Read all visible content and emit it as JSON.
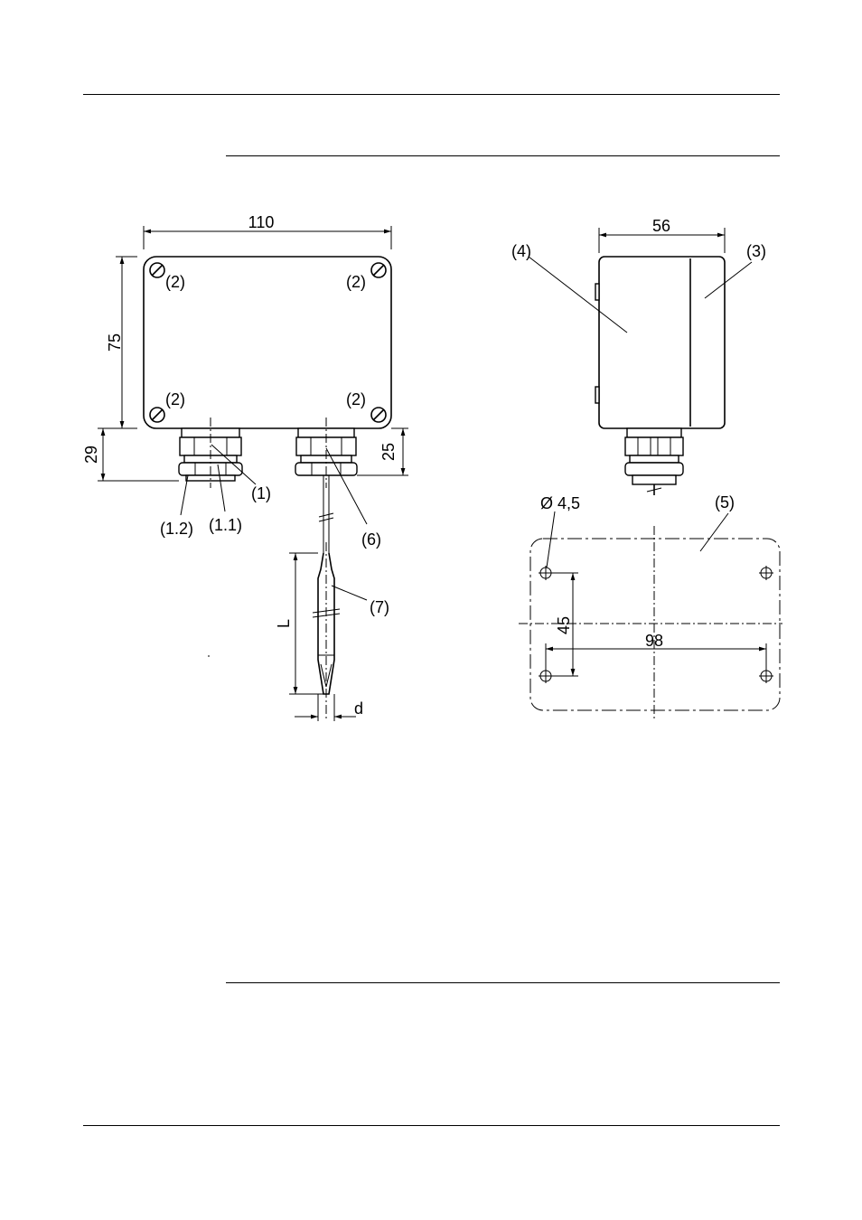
{
  "labels": {
    "dim_width_front": "110",
    "dim_height_front": "75",
    "dim_gland_left": "29",
    "dim_gland_right": "25",
    "dim_depth_side": "56",
    "dim_hole_diameter": "Ø 4,5",
    "dim_hole_vertical": "45",
    "dim_hole_horizontal": "98",
    "dim_probe_length": "L",
    "dim_probe_diameter": "d",
    "callout_1": "(1)",
    "callout_1_1": "(1.1)",
    "callout_1_2": "(1.2)",
    "callout_2": "(2)",
    "callout_3": "(3)",
    "callout_4": "(4)",
    "callout_5": "(5)",
    "callout_6": "(6)",
    "callout_7": "(7)"
  }
}
